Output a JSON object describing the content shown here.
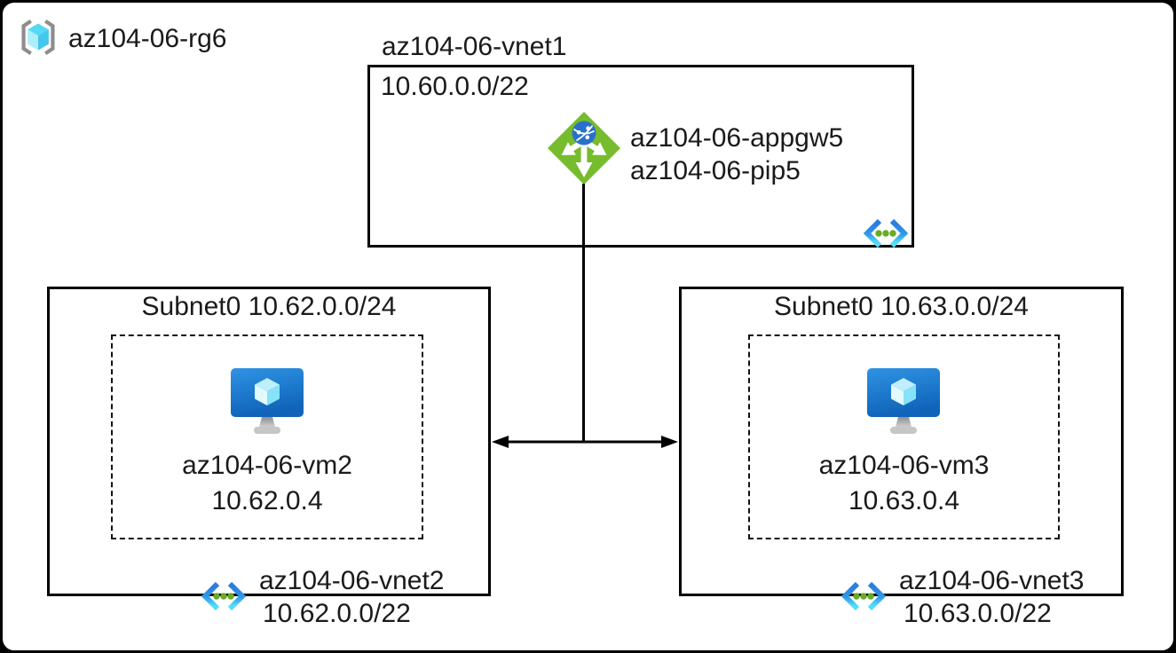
{
  "diagram": {
    "description": "Azure resource group network diagram: app gateway vnet peered to two vnets with VMs"
  },
  "colors": {
    "background": "#000000",
    "surface": "#ffffff",
    "line": "#000000",
    "text": "#1a1a1a",
    "azure_green": "#76bc2d",
    "azure_blue": "#2a7de1",
    "azure_cyan": "#54ddf8",
    "vm_screen_blue": "#1f7ed0",
    "bracket_gray": "#8d8d8d"
  },
  "resource_group": {
    "name": "az104-06-rg6",
    "icon": "resource-group-icon"
  },
  "vnet1": {
    "title": "az104-06-vnet1",
    "cidr": "10.60.0.0/22",
    "app_gateway": {
      "name": "az104-06-appgw5",
      "public_ip_name": "az104-06-pip5",
      "icon": "application-gateway-icon"
    },
    "corner_icon": "virtual-network-icon"
  },
  "vnet2": {
    "subnet_label": "Subnet0 10.62.0.0/24",
    "vm": {
      "name": "az104-06-vm2",
      "ip": "10.62.0.4",
      "icon": "virtual-machine-icon"
    },
    "name": "az104-06-vnet2",
    "cidr": "10.62.0.0/22",
    "icon": "virtual-network-icon"
  },
  "vnet3": {
    "subnet_label": "Subnet0 10.63.0.0/24",
    "vm": {
      "name": "az104-06-vm3",
      "ip": "10.63.0.4",
      "icon": "virtual-machine-icon"
    },
    "name": "az104-06-vnet3",
    "cidr": "10.63.0.0/22",
    "icon": "virtual-network-icon"
  },
  "connections": [
    {
      "from": "az104-06-appgw5",
      "to": "peering-line",
      "type": "line"
    },
    {
      "from": "az104-06-vnet2",
      "to": "az104-06-vnet3",
      "type": "double-arrow"
    }
  ]
}
